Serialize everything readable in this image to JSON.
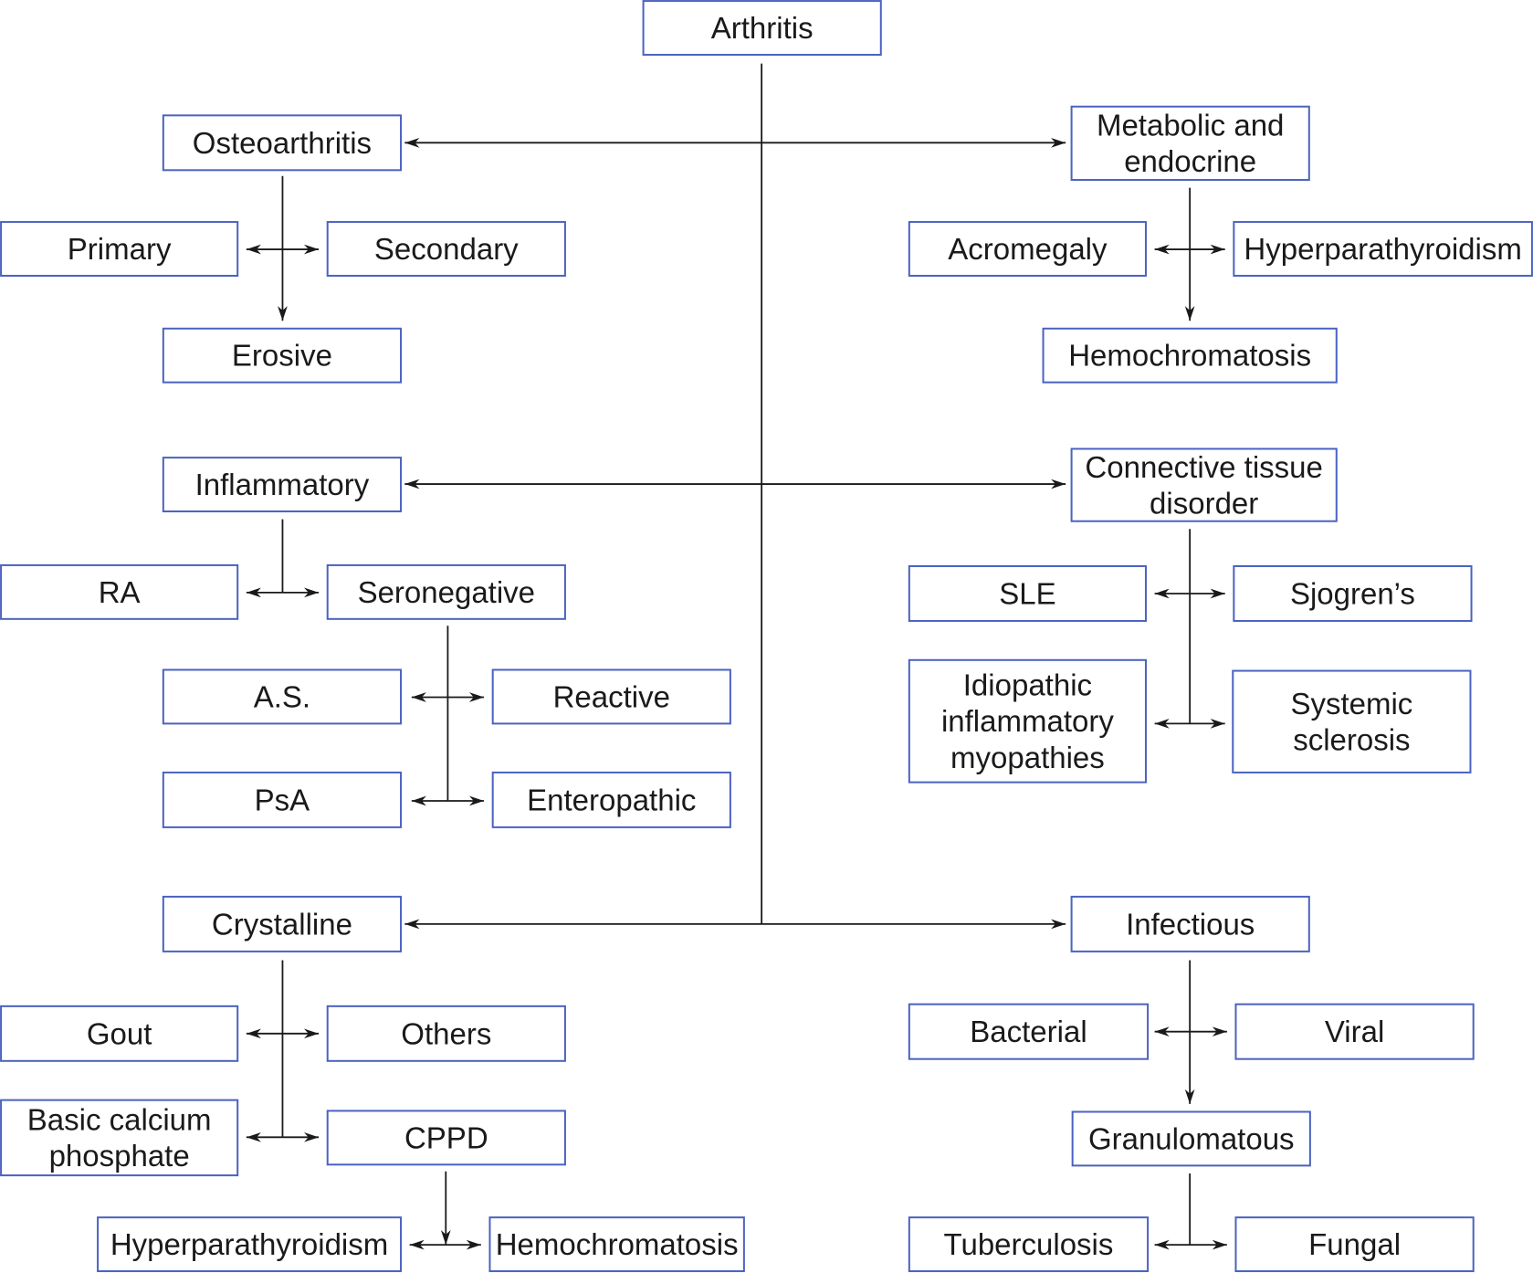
{
  "colors": {
    "box_border": "#4a62c0",
    "line": "#1a1a1a",
    "text": "#1a1a1a"
  },
  "nodes": {
    "arthritis": "Arthritis",
    "osteoarthritis": "Osteoarthritis",
    "primary": "Primary",
    "secondary": "Secondary",
    "erosive": "Erosive",
    "metabolic": [
      "Metabolic and",
      "endocrine"
    ],
    "acromegaly": "Acromegaly",
    "hyperparathyroidism_metabolic": "Hyperparathyroidism",
    "hemochromatosis_metabolic": "Hemochromatosis",
    "inflammatory": "Inflammatory",
    "ra": "RA",
    "seronegative": "Seronegative",
    "as": "A.S.",
    "reactive": "Reactive",
    "psa": "PsA",
    "enteropathic": "Enteropathic",
    "connective": [
      "Connective tissue",
      "disorder"
    ],
    "sle": "SLE",
    "sjogrens": "Sjogren’s",
    "idiopathic": [
      "Idiopathic",
      "inflammatory",
      "myopathies"
    ],
    "systemic_sclerosis": [
      "Systemic",
      "sclerosis"
    ],
    "crystalline": "Crystalline",
    "gout": "Gout",
    "others": "Others",
    "basic_calcium": [
      "Basic calcium",
      "phosphate"
    ],
    "cppd": "CPPD",
    "hyperparathyroidism_cppd": "Hyperparathyroidism",
    "hemochromatosis_cppd": "Hemochromatosis",
    "infectious": "Infectious",
    "bacterial": "Bacterial",
    "viral": "Viral",
    "granulomatous": "Granulomatous",
    "tuberculosis": "Tuberculosis",
    "fungal": "Fungal"
  }
}
